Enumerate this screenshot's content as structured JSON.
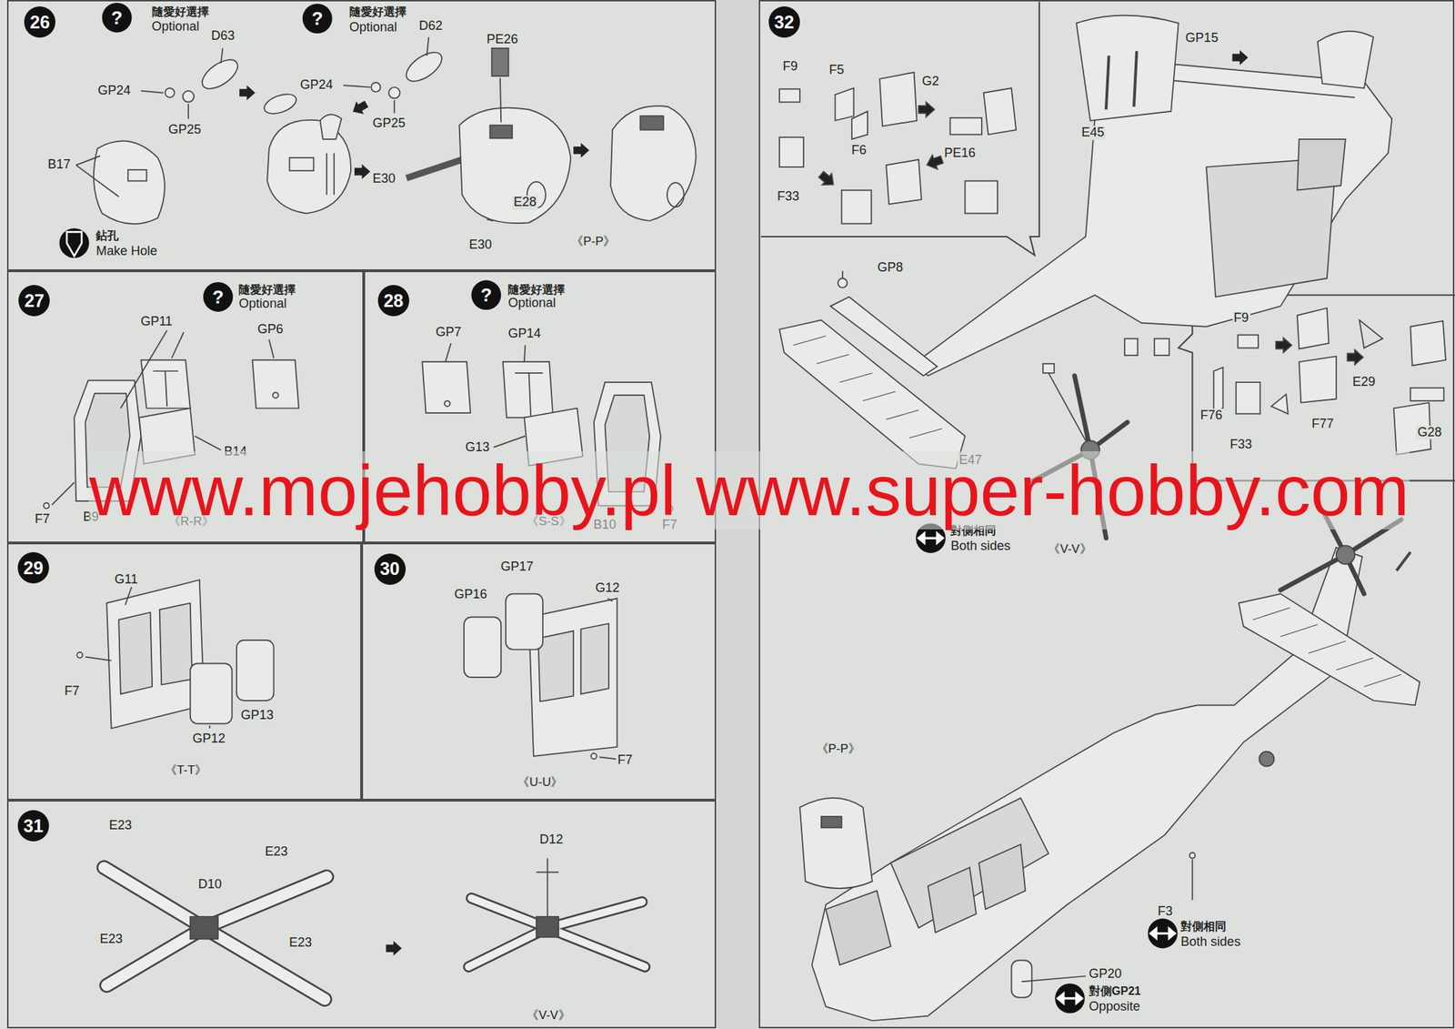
{
  "diagram": {
    "nodes": [
      {
        "text": [
          "26"
        ]
      },
      {
        "text": [
          "27"
        ]
      },
      {
        "text": [
          "28"
        ]
      },
      {
        "text": [
          "29"
        ]
      },
      {
        "text": [
          "30"
        ]
      },
      {
        "text": [
          "31"
        ]
      },
      {
        "text": [
          "32"
        ]
      }
    ],
    "labels": [
      "?",
      "隨愛好選擇",
      "Optional",
      "?",
      "隨愛好選擇",
      "Optional",
      "D63",
      "GP24",
      "GP25",
      "GP24",
      "GP25",
      "D62",
      "PE26",
      "B17",
      "鉆孔",
      "Make Hole",
      "E30",
      "E28",
      "E30",
      "《P-P》",
      "?",
      "隨愛好選擇",
      "Optional",
      "GP11",
      "GP6",
      "B14",
      "F7",
      "B9",
      "《R-R》",
      "?",
      "隨愛好選擇",
      "Optional",
      "GP7",
      "GP14",
      "G13",
      "B10",
      "F7",
      "《S-S》",
      "G11",
      "F7",
      "GP13",
      "GP12",
      "《T-T》",
      "GP17",
      "GP16",
      "G12",
      "F7",
      "《U-U》",
      "E23",
      "E23",
      "D10",
      "E23",
      "E23",
      "D12",
      "《V-V》",
      "GP15",
      "E45",
      "F9",
      "F5",
      "G2",
      "F6",
      "PE16",
      "F33",
      "GP8",
      "F9",
      "E29",
      "F76",
      "F77",
      "F33",
      "G28",
      "E47",
      "對側相同",
      "Both sides",
      "《V-V》",
      "《P-P》",
      "F3",
      "對側相同",
      "Both sides",
      "GP20",
      "對側GP21",
      "Opposite",
      "www.mojehobby.pl www.super-hobby.com"
    ]
  }
}
